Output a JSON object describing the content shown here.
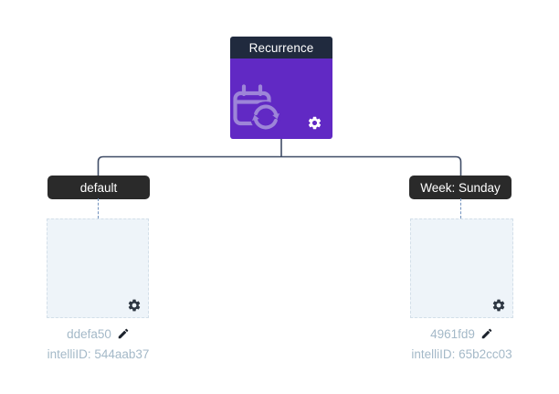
{
  "palette": {
    "node_header_bg": "#202a3e",
    "node_body_bg": "#6129c4",
    "node_icon_color": "#9d85d8",
    "branch_label_bg": "#2a2a2a",
    "connector_color": "#3f4c66",
    "dashed_connector_color": "#7191bd",
    "placeholder_fill": "#eef4f9",
    "placeholder_border": "#d3dfe9",
    "muted_text": "#a4b9c8",
    "gear_dark": "#2d3642",
    "pencil_color": "#1c222c"
  },
  "root": {
    "title": "Recurrence",
    "icon": "calendar-sync-icon"
  },
  "branches": [
    {
      "label": "default",
      "name": "ddefa50",
      "intelli_line": "intelliID: 544aab37"
    },
    {
      "label": "Week: Sunday",
      "name": "4961fd9",
      "intelli_line": "intelliID: 65b2cc03"
    }
  ]
}
